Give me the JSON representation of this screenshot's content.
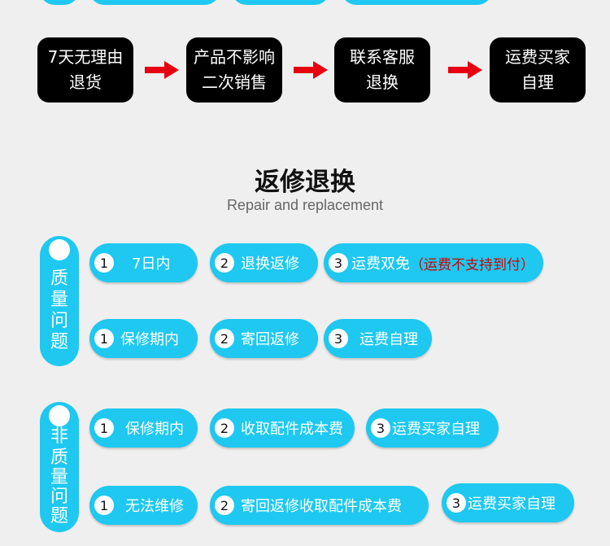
{
  "process": {
    "steps": [
      {
        "line1": "7天无理由",
        "line2": "退货"
      },
      {
        "line1": "产品不影响",
        "line2": "二次销售"
      },
      {
        "line1": "联系客服",
        "line2": "退换"
      },
      {
        "line1": "运费买家",
        "line2": "自理"
      }
    ]
  },
  "section": {
    "title": "返修退换",
    "subtitle": "Repair and replacement"
  },
  "quality": {
    "label": [
      "质",
      "量",
      "问",
      "题"
    ],
    "row1": [
      {
        "num": "1",
        "text": "7日内"
      },
      {
        "num": "2",
        "text": "退换返修"
      },
      {
        "num": "3",
        "text": "运费双免",
        "note": "（运费不支持到付）"
      }
    ],
    "row2": [
      {
        "num": "1",
        "text": "保修期内"
      },
      {
        "num": "2",
        "text": "寄回返修"
      },
      {
        "num": "3",
        "text": "运费自理"
      }
    ]
  },
  "nonquality": {
    "label": [
      "非",
      "质",
      "量",
      "问",
      "题"
    ],
    "row1": [
      {
        "num": "1",
        "text": "保修期内"
      },
      {
        "num": "2",
        "text": "收取配件成本费"
      },
      {
        "num": "3",
        "text": "运费买家自理"
      }
    ],
    "row2": [
      {
        "num": "1",
        "text": "无法维修"
      },
      {
        "num": "2",
        "text": "寄回返修收取配件成本费"
      },
      {
        "num": "3",
        "text": "运费买家自理"
      }
    ]
  },
  "colors": {
    "accent": "#1ec8f0",
    "step_bg": "#000000",
    "arrow": "#e60012",
    "note": "#d40000"
  }
}
